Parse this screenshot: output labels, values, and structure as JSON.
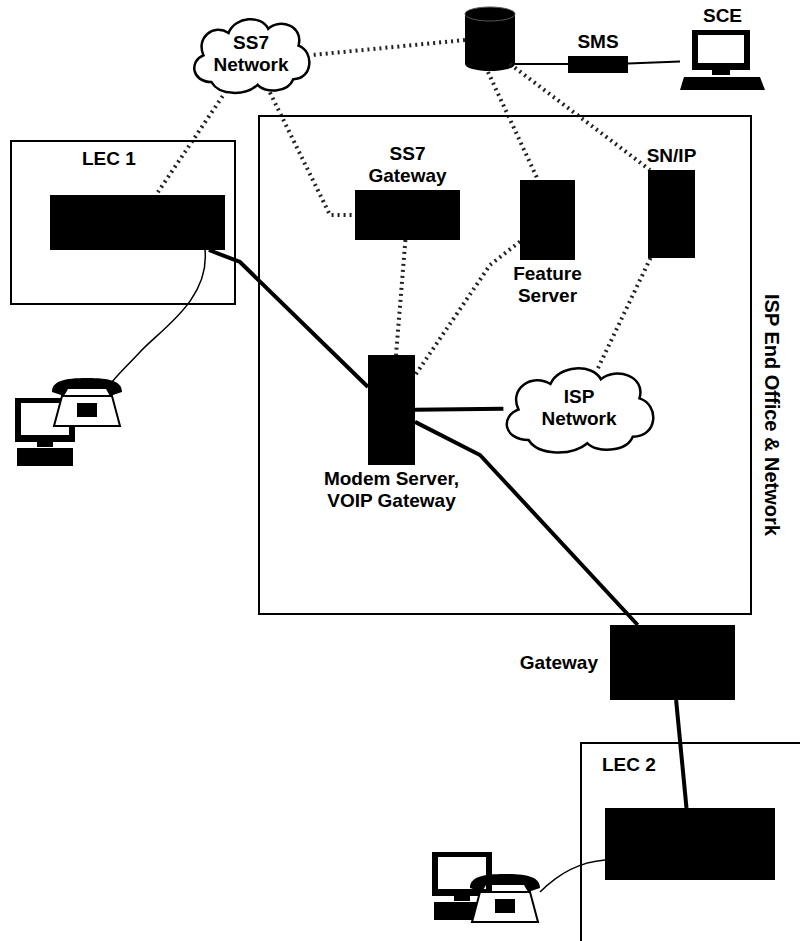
{
  "diagram": {
    "nodes": [
      {
        "text": [
          "SS7 Network"
        ]
      },
      {
        "text": [
          "SMS"
        ]
      },
      {
        "text": [
          "SCE"
        ]
      },
      {
        "text": [
          "LEC 1"
        ]
      },
      {
        "text": [
          "ISP End Office & Network"
        ]
      },
      {
        "text": [
          "SS7 Gateway"
        ],
        "in": 4
      },
      {
        "text": [
          "Feature Server"
        ],
        "in": 4
      },
      {
        "text": [
          "SN/IP"
        ],
        "in": 4
      },
      {
        "text": [
          "Modem Server, VOIP Gateway"
        ],
        "in": 4
      },
      {
        "text": [
          "ISP Network"
        ],
        "in": 4
      },
      {
        "text": [
          "Gateway"
        ]
      },
      {
        "text": [
          "LEC 2"
        ]
      }
    ],
    "edges": [
      {
        "from": 0,
        "to": 3,
        "arrow": "none"
      },
      {
        "from": 0,
        "to": 5,
        "arrow": "none"
      },
      {
        "from": 5,
        "to": 8,
        "arrow": "none"
      },
      {
        "from": 6,
        "to": 8,
        "arrow": "none"
      },
      {
        "from": 7,
        "to": 9,
        "arrow": "none"
      },
      {
        "from": 3,
        "to": 8,
        "arrow": "none"
      },
      {
        "from": 8,
        "to": 9,
        "arrow": "none"
      },
      {
        "from": 8,
        "to": 10,
        "arrow": "none"
      },
      {
        "from": 10,
        "to": 11,
        "arrow": "none"
      },
      {
        "from": 1,
        "to": 2,
        "arrow": "none"
      }
    ]
  }
}
